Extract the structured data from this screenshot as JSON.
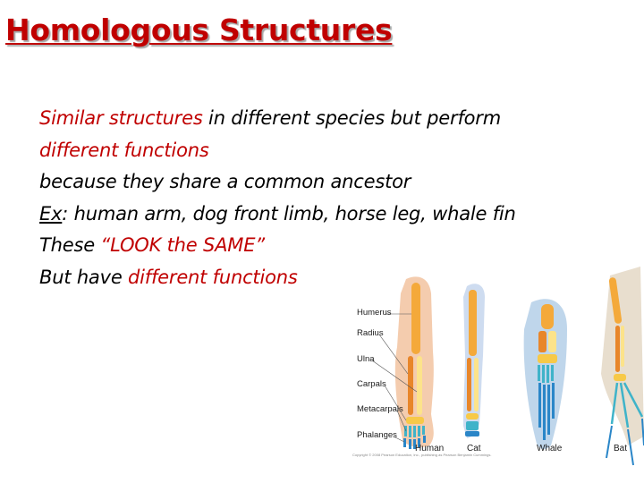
{
  "title": "Homologous Structures",
  "lines": {
    "l1_red": "Similar structures",
    "l1_rest": " in different species but perform",
    "l2_red": "different functions",
    "l3": " because they share a common ancestor",
    "l4_ul": "Ex",
    "l4_rest": ": human arm, dog front limb, horse leg, whale fin",
    "l5_pre": "These ",
    "l5_red": "“LOOK the SAME”",
    "l6_pre": "But have ",
    "l6_red": "different functions"
  },
  "figure": {
    "bone_labels": [
      "Humerus",
      "Radius",
      "Ulna",
      "Carpals",
      "Metacarpals",
      "Phalanges"
    ],
    "species_labels": [
      "Human",
      "Cat",
      "Whale",
      "Bat"
    ],
    "credit": "Copyright © 2008 Pearson Education, Inc., publishing as Pearson Benjamin Cummings.",
    "colors": {
      "humerus": "#f4a93a",
      "radius": "#e8862a",
      "ulna": "#fce38a",
      "carpals": "#f7c948",
      "metacarpals": "#3fb3c9",
      "phalanges": "#2a86c8",
      "human_skin": "#f3c6a5",
      "cat_skin": "#c9d8ee",
      "whale_skin": "#bcd4ea",
      "bat_skin": "#e7dccb",
      "title_red": "#c00000"
    }
  }
}
